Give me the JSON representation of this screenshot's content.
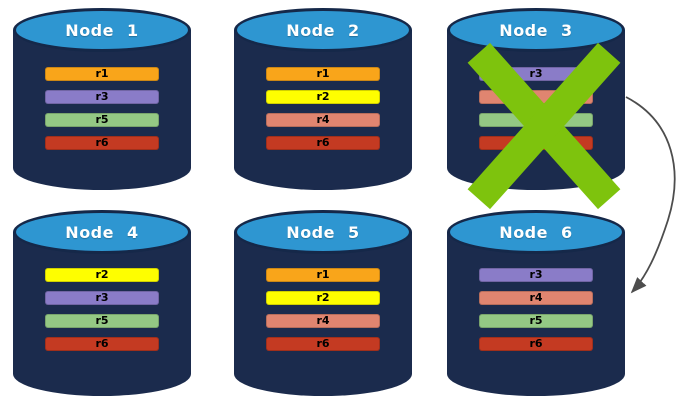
{
  "diagram": {
    "description_labels": [],
    "failure_x_on": "Node 3",
    "arrow": {
      "from": "Node 3",
      "to": "Node 6"
    }
  },
  "colors": {
    "background": "#FFFFFF",
    "cylinder_body": "#1B2B4D",
    "cylinder_top": "#2E96D1",
    "cylinder_outline": "#152849",
    "failure_x": "#7EC30D",
    "arrow": "#4D4D4D",
    "title_text": "#FFFFFF",
    "row_label_text": "#000000",
    "row_orange": "#F9A51A",
    "row_yellow": "#FEFE00",
    "row_purple": "#8A7CC8",
    "row_salmon": "#E08570",
    "row_green": "#94C884",
    "row_red": "#C43A22"
  },
  "nodes": [
    {
      "title": "Node 1",
      "failed": false,
      "rows": [
        {
          "label": "r1",
          "color": "#F9A51A"
        },
        {
          "label": "r3",
          "color": "#8A7CC8"
        },
        {
          "label": "r5",
          "color": "#94C884"
        },
        {
          "label": "r6",
          "color": "#C43A22"
        }
      ]
    },
    {
      "title": "Node 2",
      "failed": false,
      "rows": [
        {
          "label": "r1",
          "color": "#F9A51A"
        },
        {
          "label": "r2",
          "color": "#FEFE00"
        },
        {
          "label": "r4",
          "color": "#E08570"
        },
        {
          "label": "r6",
          "color": "#C43A22"
        }
      ]
    },
    {
      "title": "Node 3",
      "failed": true,
      "rows": [
        {
          "label": "r3",
          "color": "#8A7CC8"
        },
        {
          "label": "",
          "color": "#E08570"
        },
        {
          "label": "",
          "color": "#94C884"
        },
        {
          "label": "",
          "color": "#C43A22"
        }
      ]
    },
    {
      "title": "Node 4",
      "failed": false,
      "rows": [
        {
          "label": "r2",
          "color": "#FEFE00"
        },
        {
          "label": "r3",
          "color": "#8A7CC8"
        },
        {
          "label": "r5",
          "color": "#94C884"
        },
        {
          "label": "r6",
          "color": "#C43A22"
        }
      ]
    },
    {
      "title": "Node 5",
      "failed": false,
      "rows": [
        {
          "label": "r1",
          "color": "#F9A51A"
        },
        {
          "label": "r2",
          "color": "#FEFE00"
        },
        {
          "label": "r4",
          "color": "#E08570"
        },
        {
          "label": "r6",
          "color": "#C43A22"
        }
      ]
    },
    {
      "title": "Node 6",
      "failed": false,
      "rows": [
        {
          "label": "r3",
          "color": "#8A7CC8"
        },
        {
          "label": "r4",
          "color": "#E08570"
        },
        {
          "label": "r5",
          "color": "#94C884"
        },
        {
          "label": "r6",
          "color": "#C43A22"
        }
      ]
    }
  ]
}
